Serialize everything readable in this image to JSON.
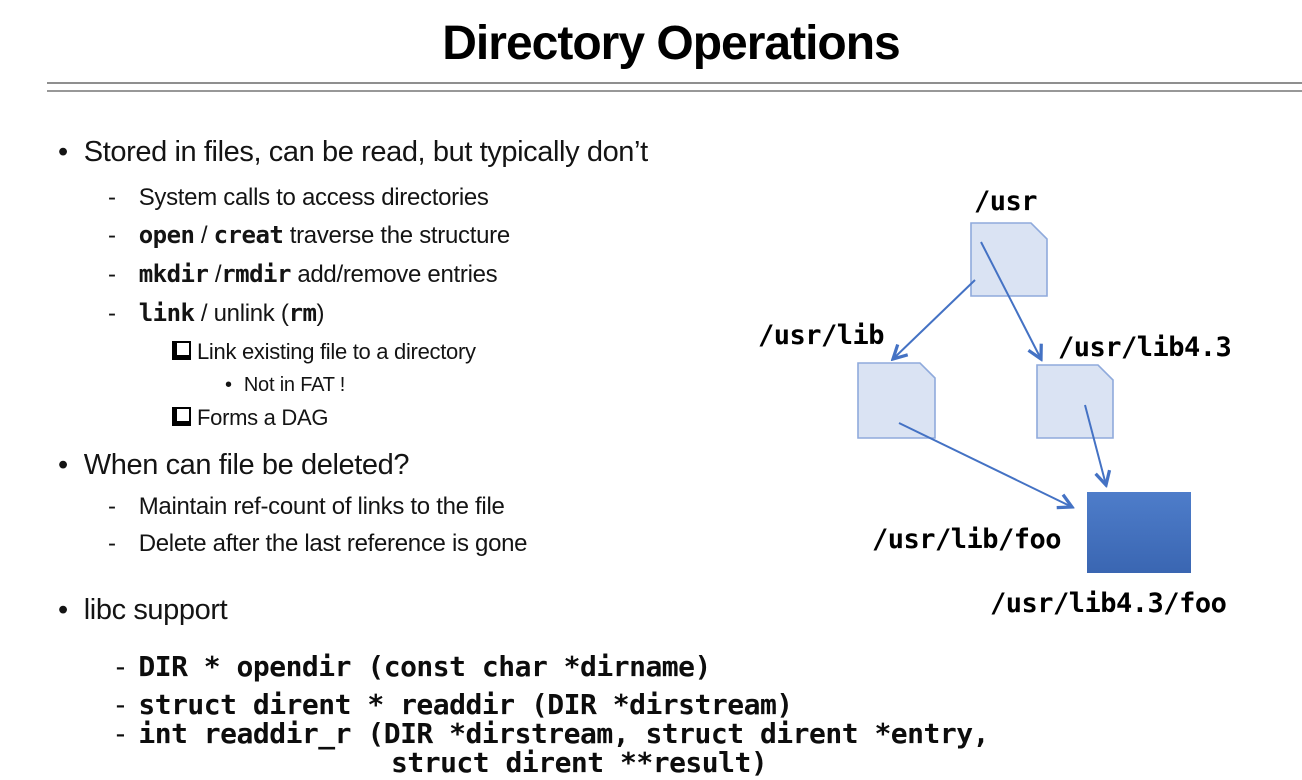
{
  "title": "Directory Operations",
  "markers": {
    "bullet": "•",
    "dash": "-"
  },
  "content": {
    "b1": "Stored in files, can be read, but typically don’t",
    "s1": "System calls to access directories",
    "s2": {
      "c1": "open",
      "t1": " / ",
      "c2": "creat",
      "t2": " traverse the structure"
    },
    "s3": {
      "c1": "mkdir",
      "t1": " /",
      "c2": "rmdir",
      "t2": " add/remove entries"
    },
    "s4": {
      "c1": "link",
      "t1": " / unlink (",
      "c2": "rm",
      "t2": ")"
    },
    "chk1": "Link existing file to a directory",
    "n1": "Not in FAT !",
    "chk2": "Forms a DAG",
    "b2": "When can file be deleted?",
    "s5": "Maintain ref-count of links to the file",
    "s6": "Delete after the last reference is gone",
    "b3": "libc support",
    "k1": "DIR * opendir (const char *dirname)",
    "k2": "struct dirent * readdir (DIR *dirstream)",
    "k3": "int readdir_r (DIR *dirstream, struct dirent *entry,",
    "k4": "struct dirent **result)"
  },
  "diagram": {
    "labels": {
      "usr": "/usr",
      "lib": "/usr/lib",
      "lib43": "/usr/lib4.3",
      "libfoo": "/usr/lib/foo",
      "lib43foo": "/usr/lib4.3/foo"
    },
    "colors": {
      "node_fill": "#dae3f3",
      "node_border": "#8faadc",
      "arrow": "#4472c4",
      "file_top": "#4e7dca",
      "file_bottom": "#3a66b2"
    }
  }
}
